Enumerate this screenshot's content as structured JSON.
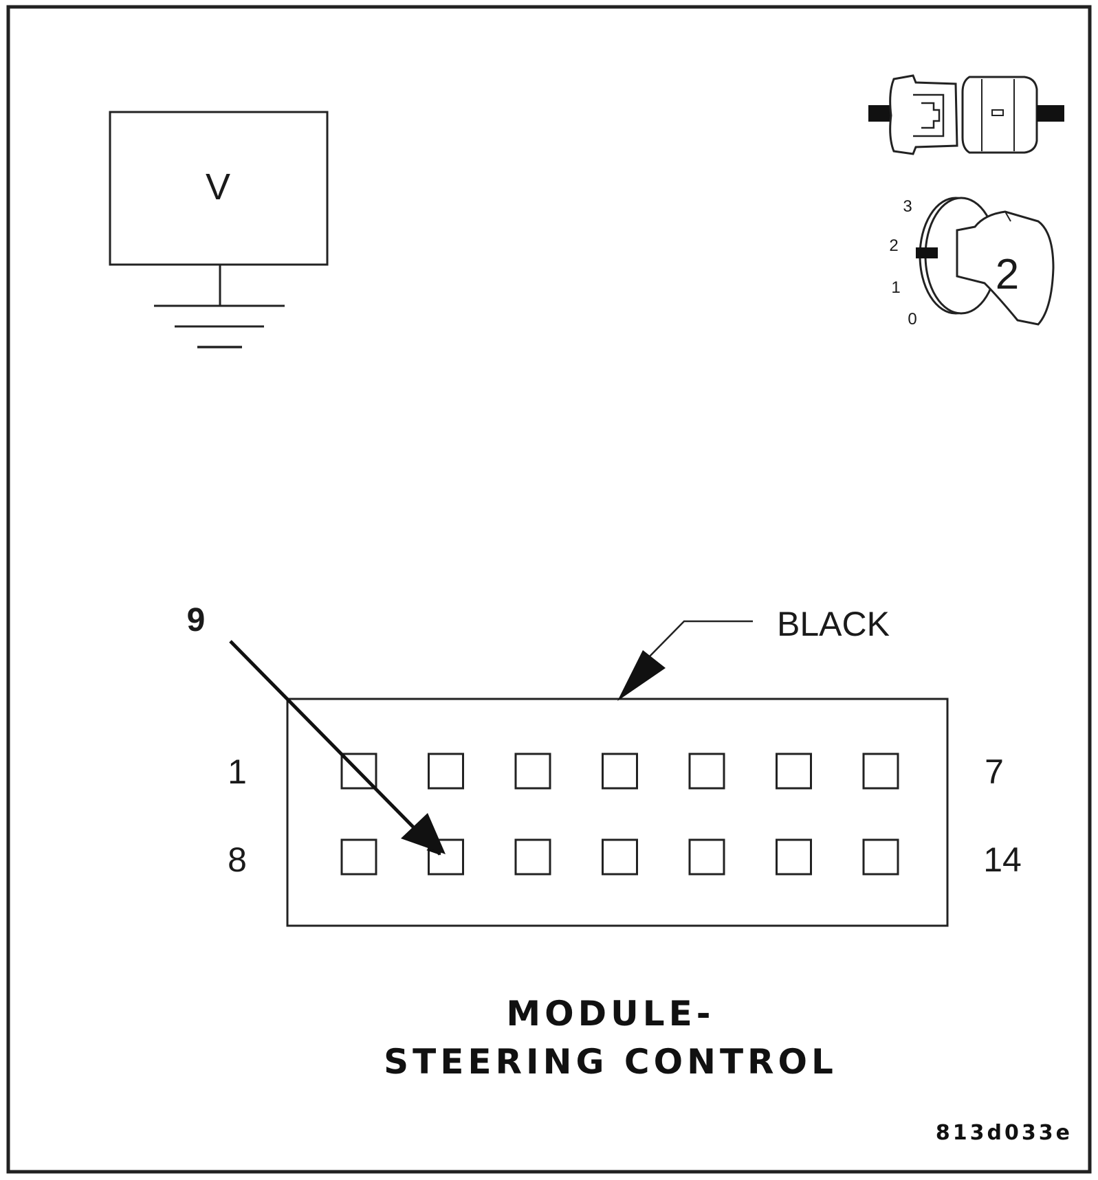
{
  "meter": {
    "symbol": "V"
  },
  "ignition": {
    "positions": [
      "3",
      "2",
      "1",
      "0"
    ],
    "selected": "2"
  },
  "connector": {
    "color_label": "BLACK",
    "pin_callout": "9",
    "row1_first": "1",
    "row1_last": "7",
    "row2_first": "8",
    "row2_last": "14",
    "pins_per_row": 7,
    "target_pin": 9
  },
  "title": {
    "line1": "MODULE-",
    "line2": "STEERING CONTROL"
  },
  "figure_code": "813d033e"
}
